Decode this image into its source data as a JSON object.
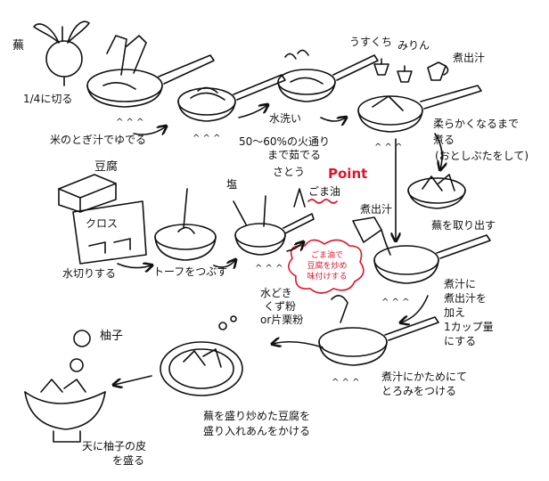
{
  "labels": {
    "kabu": "蕪",
    "quarter_cut": "1/4に切る",
    "boil_rice_water": "米のとぎ汁でゆでる",
    "wash": "水洗い",
    "heat_note_line1": "50～60%の火通り",
    "heat_note_line2": "まで茹でる",
    "usukuchi": "うすくち",
    "mirin": "みりん",
    "nidashi_top": "煮出汁",
    "simmer_line1": "柔らかくなるまで",
    "simmer_line2": "煮る",
    "simmer_line3": "(おとしぶたをして)",
    "take_out_kabu": "蕪を取り出す",
    "tofu": "豆腐",
    "cloth": "クロス",
    "drain": "水切りする",
    "crush_tofu": "トーフをつぶす",
    "salt": "塩",
    "sugar": "さとう",
    "point": "Point",
    "sesame_oil": "ごま油",
    "nidashi_mid": "煮出汁",
    "point_note_line1": "ごま油で",
    "point_note_line2": "豆腐を炒め",
    "point_note_line3": "味付けする",
    "add_stock_line1": "煮汁に",
    "add_stock_line2": "煮出汁を",
    "add_stock_line3": "加え",
    "add_stock_line4": "1カップ量",
    "add_stock_line5": "にする",
    "starch_line1": "水どき",
    "starch_line2": "くず粉",
    "starch_line3": "or片栗粉",
    "thicken_line1": "煮汁にかためにて",
    "thicken_line2": "とろみをつける",
    "yuzu": "柚子",
    "serve_line1": "蕪を盛り炒めた豆腐を",
    "serve_line2": "盛り入れあんをかける",
    "garnish_line1": "天に柚子の皮",
    "garnish_line2": "を盛る"
  },
  "colors": {
    "ink": "#111111",
    "accent": "#e0142a"
  }
}
